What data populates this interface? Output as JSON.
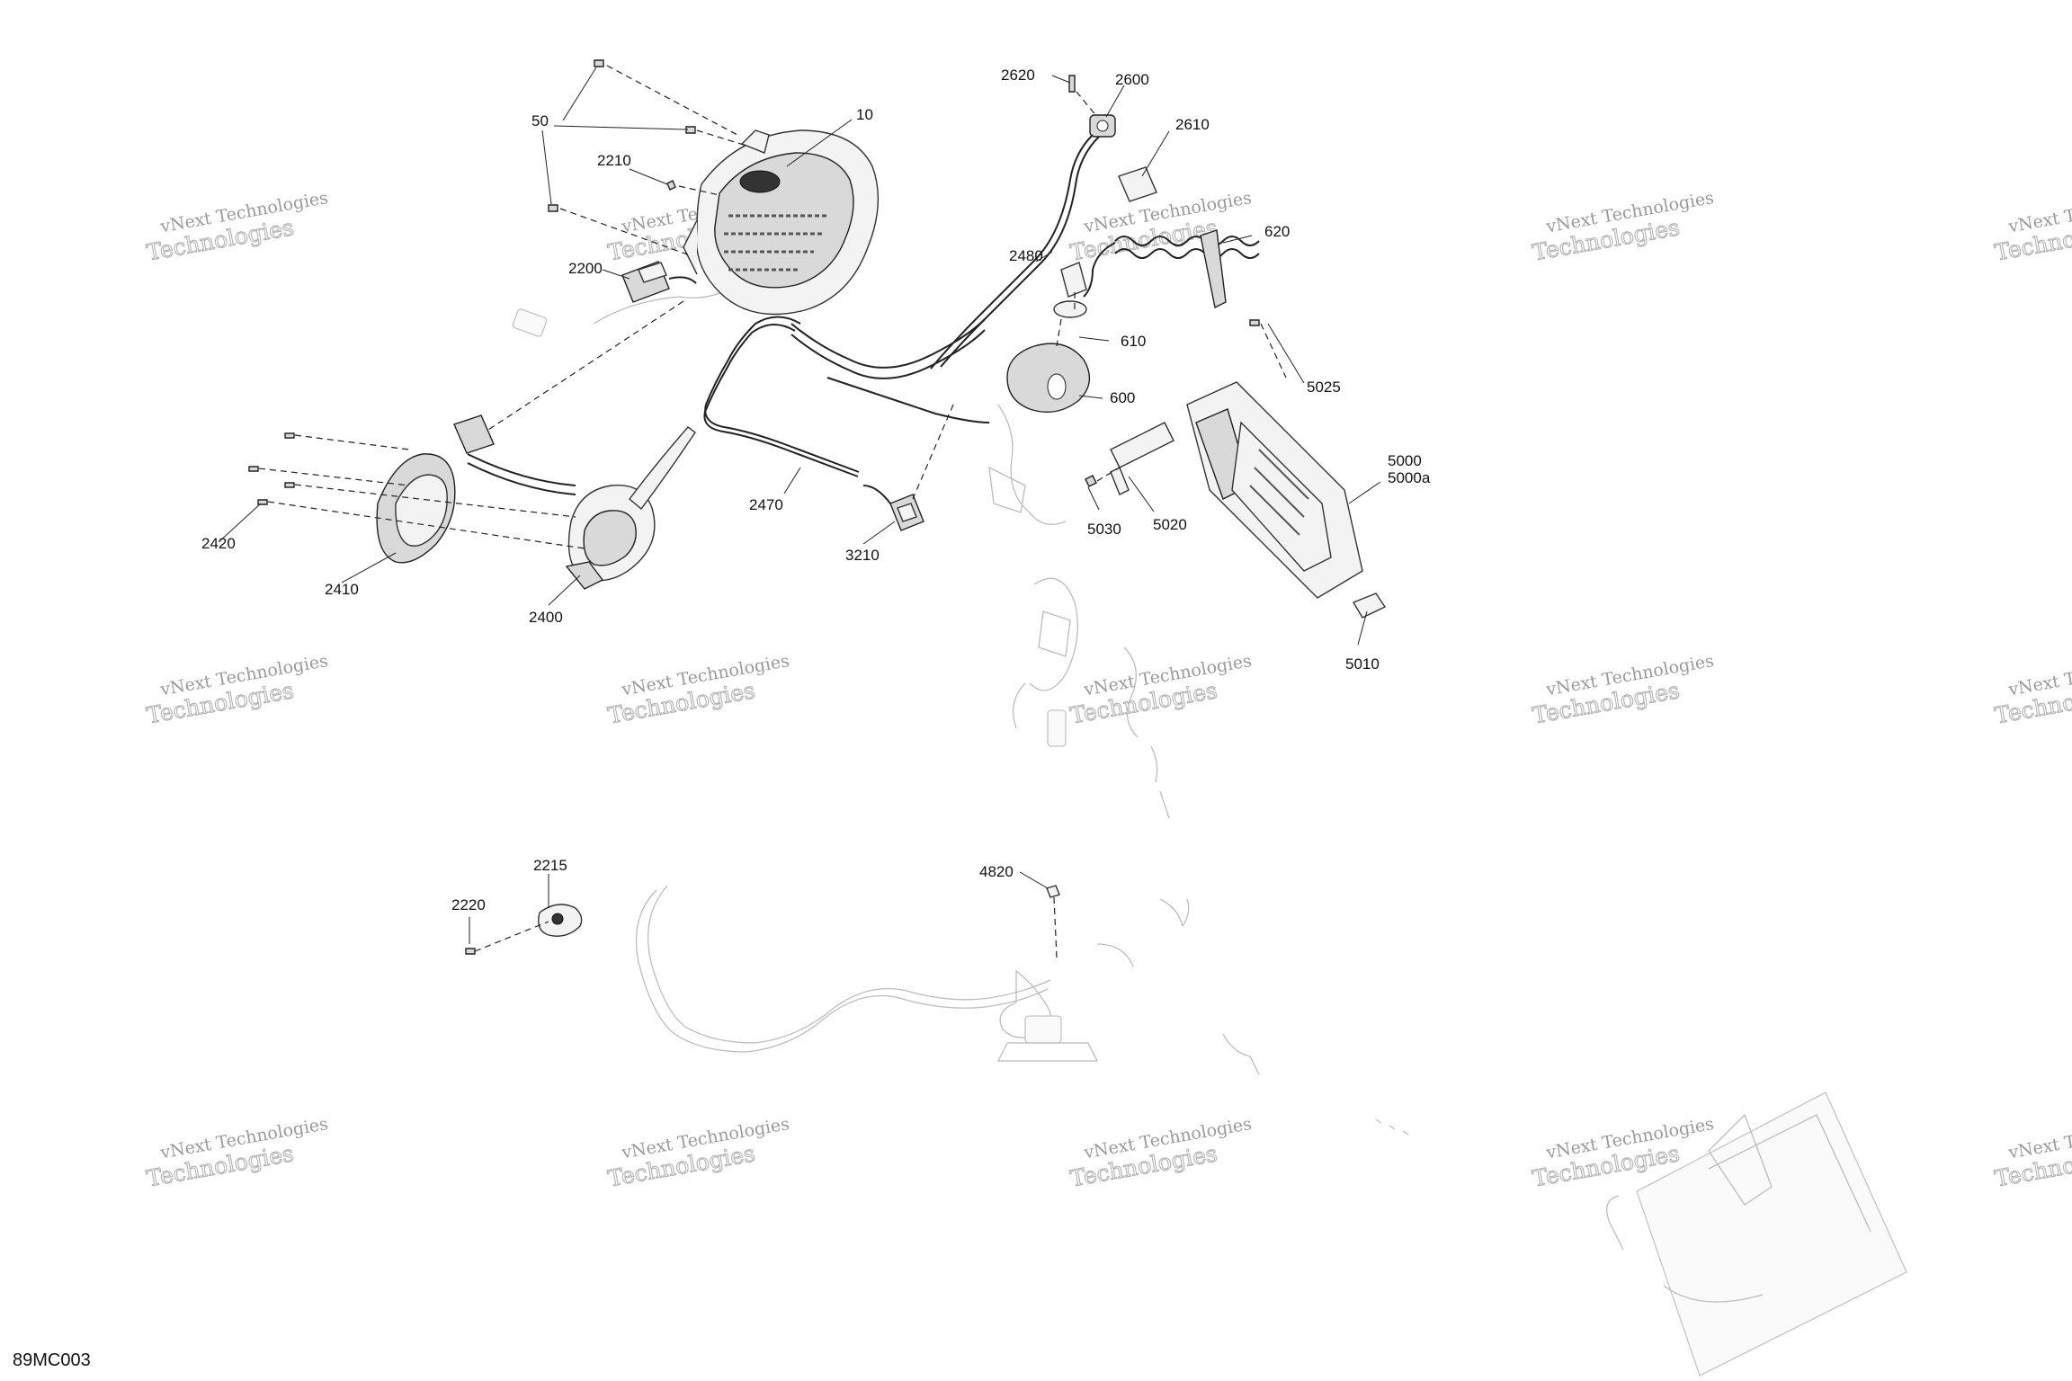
{
  "diagram_code": "89MC003",
  "watermark": {
    "line1": "vNext Technologies",
    "line2": "Technologies"
  },
  "callouts": {
    "c10": "10",
    "c50": "50",
    "c2210": "2210",
    "c2200": "2200",
    "c2620": "2620",
    "c2600": "2600",
    "c2610": "2610",
    "c620": "620",
    "c2480": "2480",
    "c610": "610",
    "c600": "600",
    "c5025": "5025",
    "c5000": "5000",
    "c5000a": "5000a",
    "c5030": "5030",
    "c5020": "5020",
    "c5010": "5010",
    "c2470": "2470",
    "c3210": "3210",
    "c2420": "2420",
    "c2410": "2410",
    "c2400": "2400",
    "c2215": "2215",
    "c2220": "2220",
    "c4820": "4820"
  }
}
